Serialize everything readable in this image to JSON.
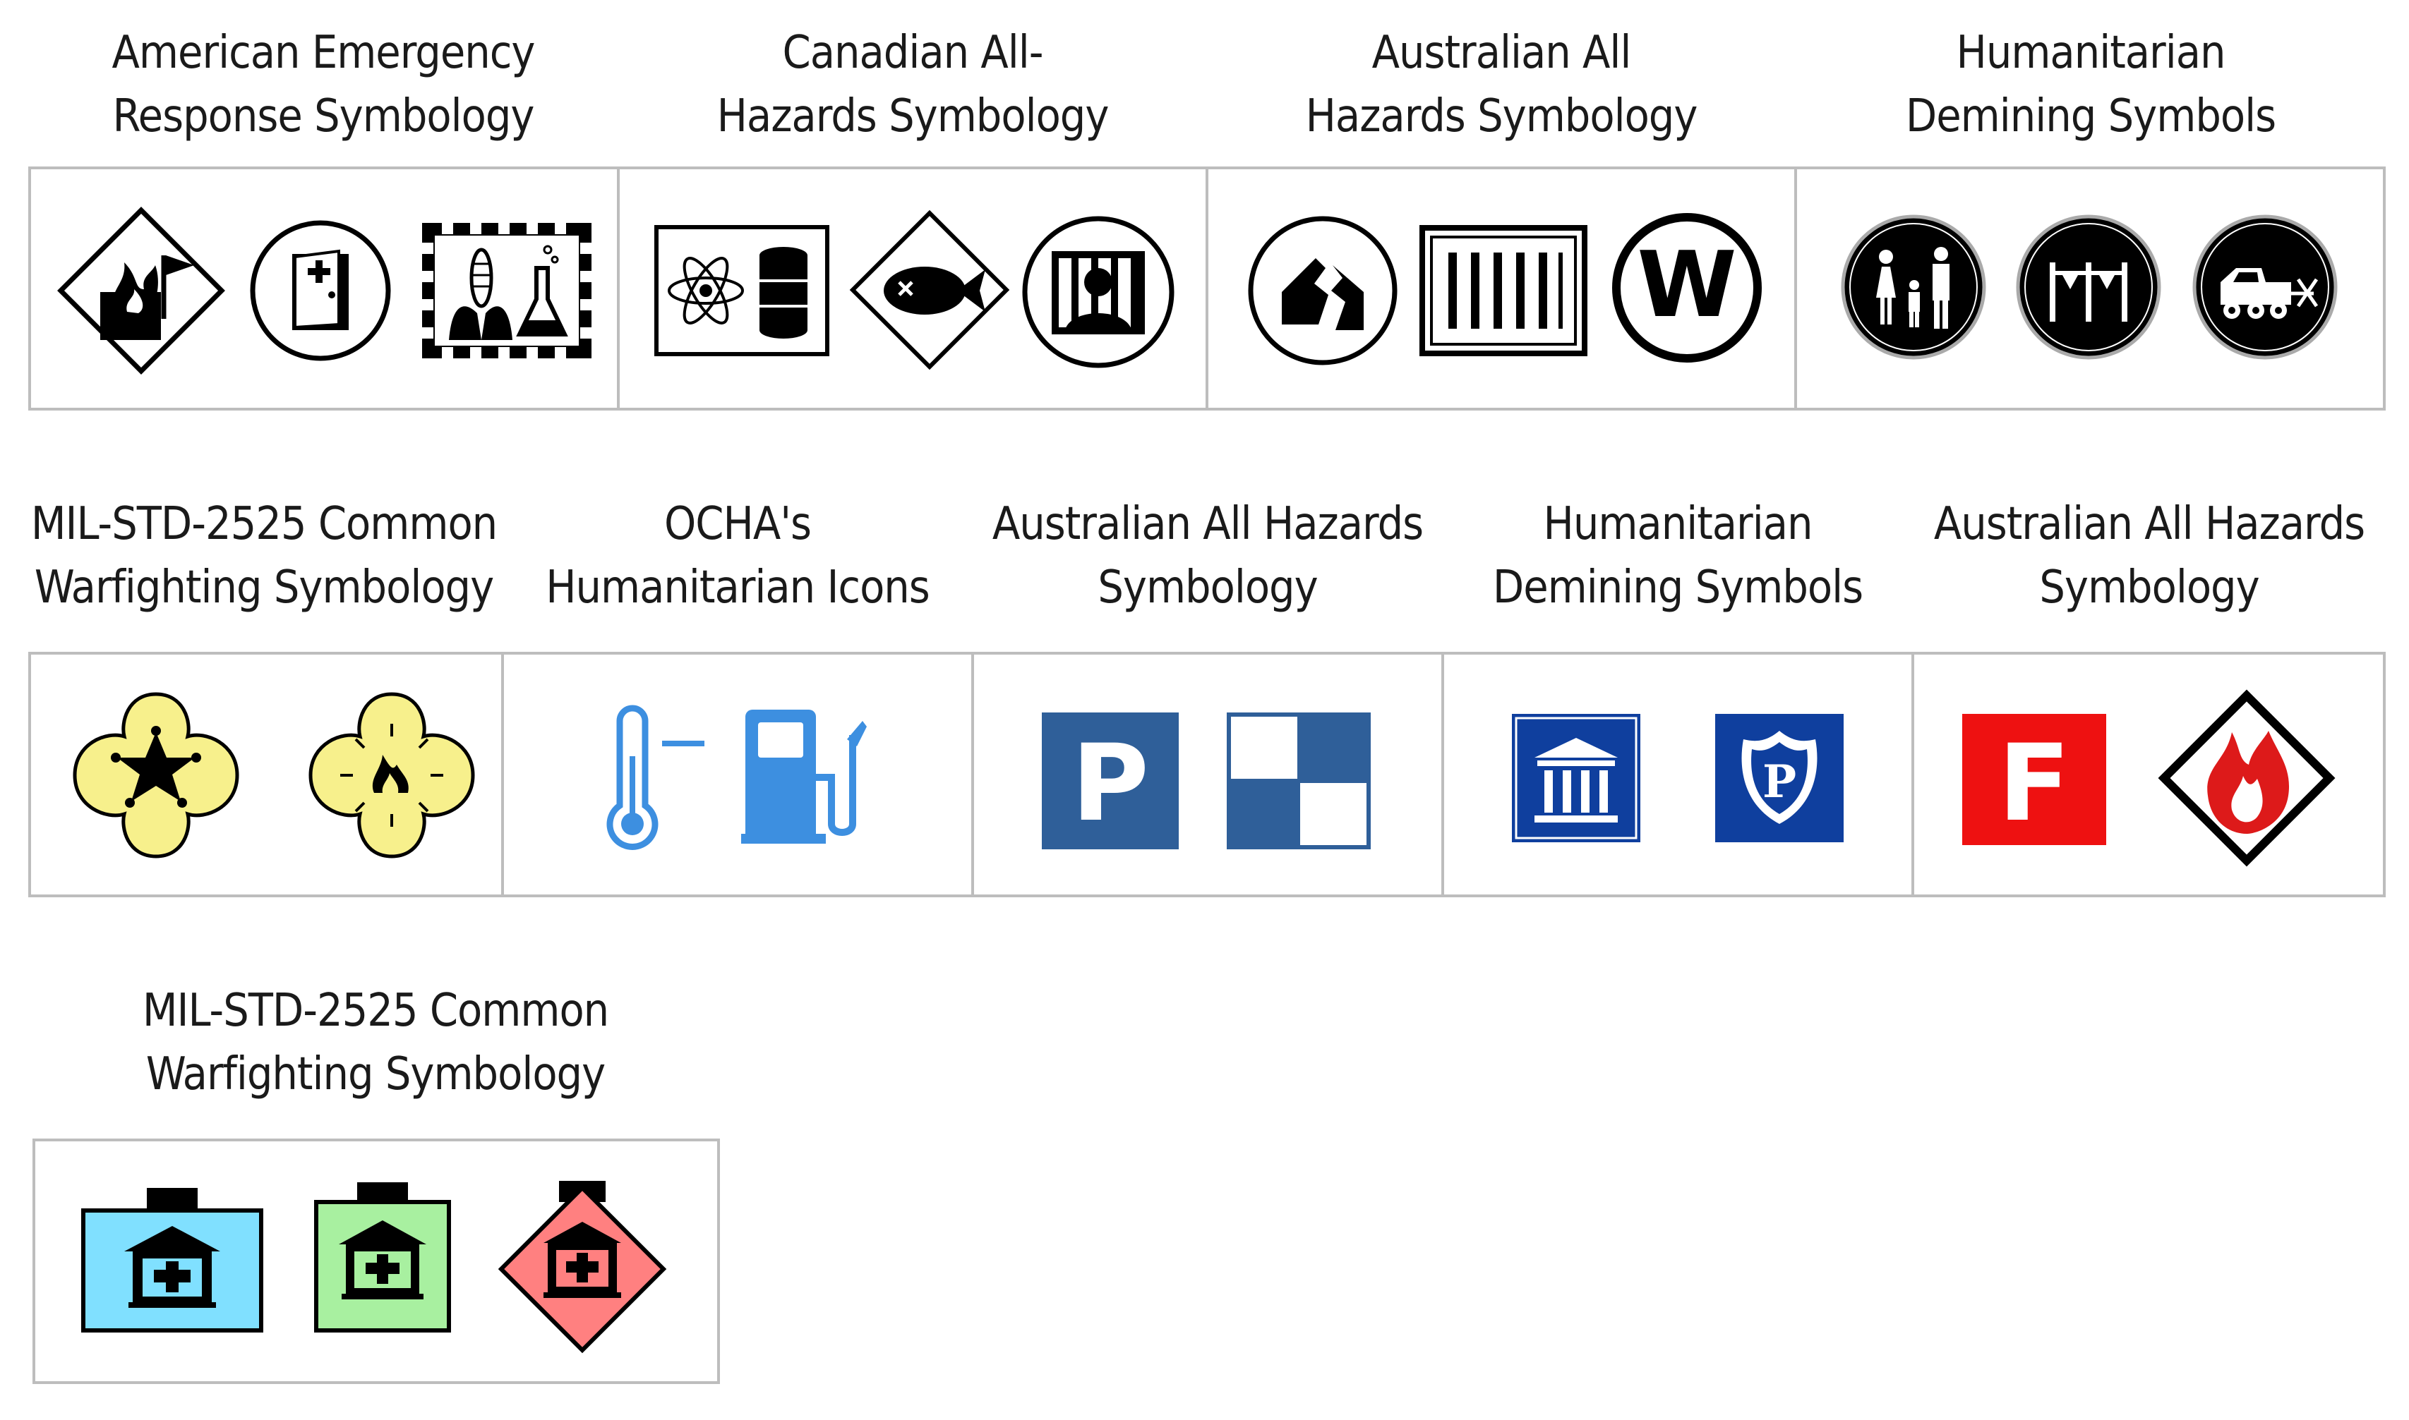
{
  "groups": [
    {
      "title_line1": "American Emergency",
      "title_line2": "Response Symbology",
      "icons": [
        "fire-facility-diamond-icon",
        "medical-door-circle-icon",
        "agriculture-chemical-lab-icon"
      ]
    },
    {
      "title_line1": "Canadian All-",
      "title_line2": "Hazards Symbology",
      "icons": [
        "radiological-barrel-icon",
        "dead-fish-diamond-icon",
        "jail-circle-icon"
      ]
    },
    {
      "title_line1": "Australian All",
      "title_line2": "Hazards Symbology",
      "icons": [
        "earthquake-house-circle-icon",
        "barrier-bars-icon",
        "w-circle-icon"
      ]
    },
    {
      "title_line1": "Humanitarian",
      "title_line2": "Demining Symbols",
      "icons": [
        "civilians-circle-icon",
        "goalposts-circle-icon",
        "demining-machine-circle-icon"
      ]
    },
    {
      "title_line1": "MIL-STD-2525 Common",
      "title_line2": "Warfighting Symbology",
      "icons": [
        "law-enforcement-star-icon",
        "fire-incident-quatrefoil-icon"
      ]
    },
    {
      "title_line1": "OCHA's",
      "title_line2": "Humanitarian Icons",
      "icons": [
        "thermometer-icon",
        "fuel-pump-icon"
      ]
    },
    {
      "title_line1": "Australian All Hazards",
      "title_line2": "Symbology",
      "icons": [
        "parking-icon",
        "checkered-square-icon"
      ]
    },
    {
      "title_line1": "Humanitarian",
      "title_line2": "Demining Symbols",
      "icons": [
        "government-building-icon",
        "police-badge-icon"
      ]
    },
    {
      "title_line1": "Australian All Hazards",
      "title_line2": "Symbology",
      "icons": [
        "fire-f-icon",
        "fire-diamond-icon"
      ]
    },
    {
      "title_line1": "MIL-STD-2525 Common",
      "title_line2": "Warfighting Symbology",
      "icons": [
        "medical-facility-friend-icon",
        "medical-facility-neutral-icon",
        "medical-facility-hostile-icon"
      ]
    }
  ],
  "colors": {
    "border": "#bdbdbd",
    "mil_yellow": "#f7f08c",
    "ocha_blue": "#3d8fe0",
    "aus_blue": "#2f5f99",
    "demining_blue": "#0f3f9e",
    "fire_red": "#ee1111",
    "friend_blue": "#80e0ff",
    "neutral_green": "#a8f0a0",
    "hostile_red": "#ff8080"
  }
}
